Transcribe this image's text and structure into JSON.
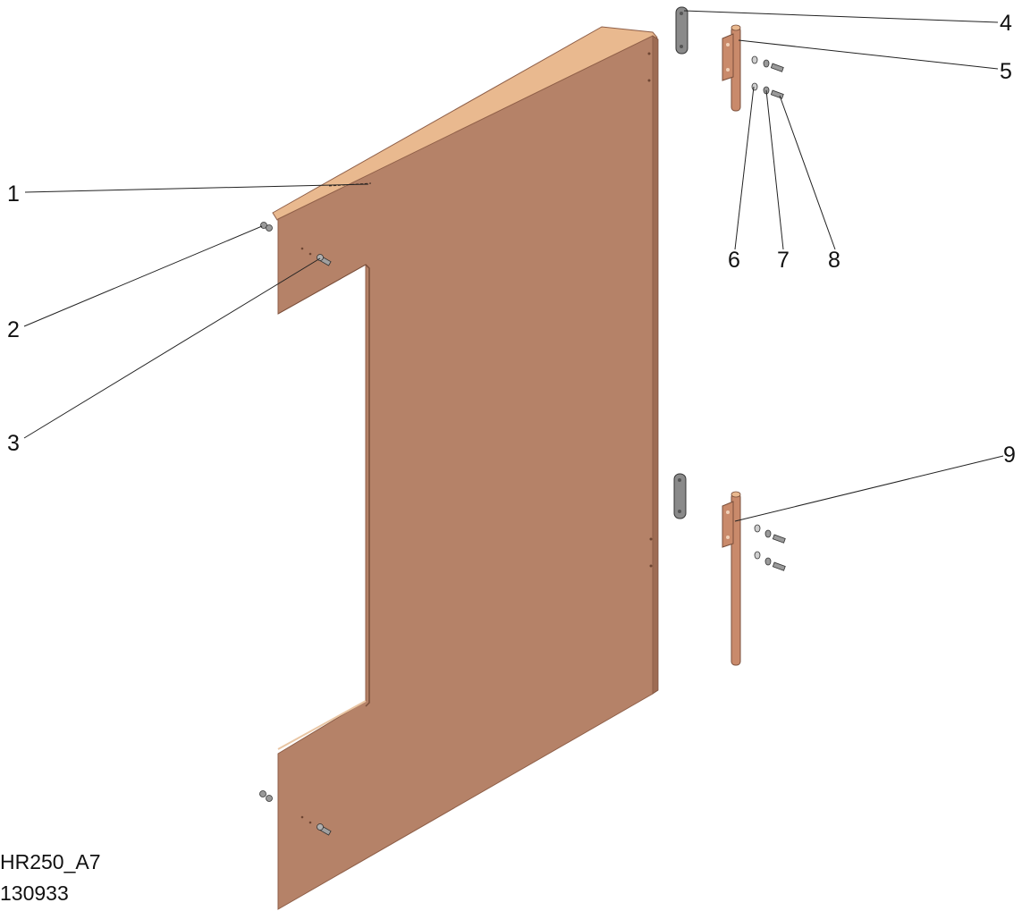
{
  "diagram": {
    "callouts": [
      {
        "id": "1",
        "label": "1"
      },
      {
        "id": "2",
        "label": "2"
      },
      {
        "id": "3",
        "label": "3"
      },
      {
        "id": "4",
        "label": "4"
      },
      {
        "id": "5",
        "label": "5"
      },
      {
        "id": "6",
        "label": "6"
      },
      {
        "id": "7",
        "label": "7"
      },
      {
        "id": "8",
        "label": "8"
      },
      {
        "id": "9",
        "label": "9"
      }
    ],
    "document_code": "HR250_A7",
    "document_number": "130933"
  },
  "colors": {
    "panel": "#b58268",
    "panel_edge": "#8f5f48",
    "panel_top_edge": "#e9b98f",
    "hinge": "#c98a6b",
    "hinge_dark": "#a8694c",
    "plate": "#8a8a8a",
    "hardware": "#9a9a9a",
    "leader": "#222222",
    "text": "#111111"
  }
}
